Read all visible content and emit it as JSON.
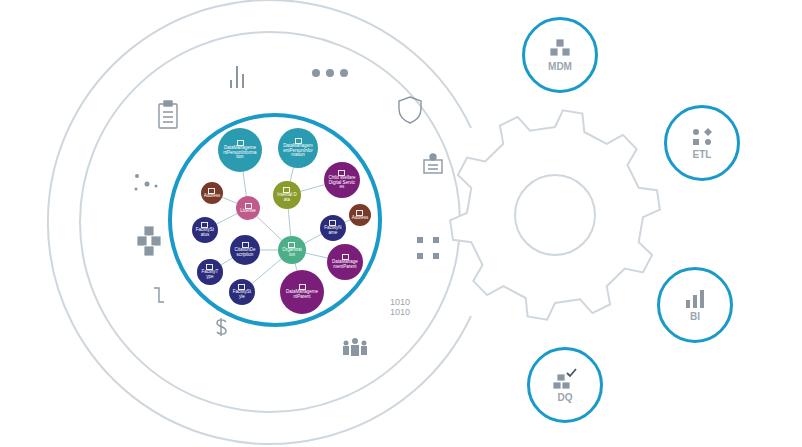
{
  "diagram": {
    "nodes": [
      {
        "text": [
          "DataManagementPersonInformation"
        ]
      },
      {
        "text": [
          "DataManagementPersonInformation"
        ]
      },
      {
        "text": [
          "Internal Data"
        ]
      },
      {
        "text": [
          "Child Welfare Digital Services"
        ]
      },
      {
        "text": [
          "Address"
        ]
      },
      {
        "text": [
          "License"
        ]
      },
      {
        "text": [
          "Address"
        ]
      },
      {
        "text": [
          "FacilityStatus"
        ]
      },
      {
        "text": [
          "CitationDescription"
        ]
      },
      {
        "text": [
          "Organization"
        ]
      },
      {
        "text": [
          "FacilityName"
        ]
      },
      {
        "text": [
          "DataManagementParent"
        ]
      },
      {
        "text": [
          "FacilityStyle"
        ]
      },
      {
        "text": [
          "DataManagementParent"
        ]
      },
      {
        "text": [
          "FacilityType"
        ]
      },
      {
        "text": [
          "MDM"
        ]
      },
      {
        "text": [
          "ETL"
        ]
      },
      {
        "text": [
          "BI"
        ]
      },
      {
        "text": [
          "DQ"
        ]
      }
    ],
    "edges": [
      {
        "from": 9,
        "to": 2,
        "arrow": "none"
      },
      {
        "from": 9,
        "to": 5,
        "arrow": "none"
      },
      {
        "from": 9,
        "to": 8,
        "arrow": "none"
      },
      {
        "from": 9,
        "to": 10,
        "arrow": "none"
      },
      {
        "from": 9,
        "to": 11,
        "arrow": "none"
      },
      {
        "from": 9,
        "to": 13,
        "arrow": "none"
      },
      {
        "from": 9,
        "to": 12,
        "arrow": "none"
      },
      {
        "from": 5,
        "to": 4,
        "arrow": "none"
      },
      {
        "from": 5,
        "to": 7,
        "arrow": "none"
      },
      {
        "from": 5,
        "to": 0,
        "arrow": "none"
      },
      {
        "from": 2,
        "to": 1,
        "arrow": "none"
      },
      {
        "from": 2,
        "to": 3,
        "arrow": "none"
      },
      {
        "from": 10,
        "to": 6,
        "arrow": "none"
      },
      {
        "from": 8,
        "to": 14,
        "arrow": "none"
      }
    ],
    "labels": [
      "1010 1010"
    ]
  }
}
